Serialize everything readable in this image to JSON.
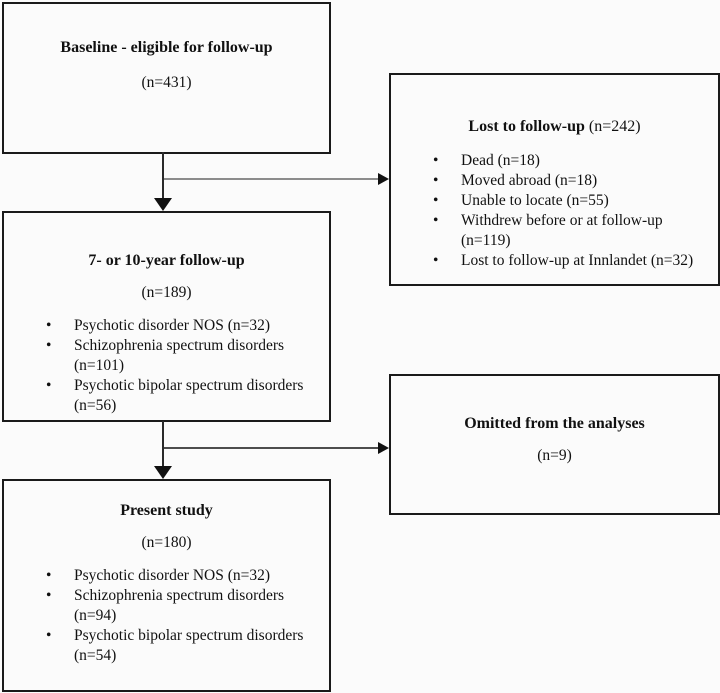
{
  "colors": {
    "background": "#fbfbfb",
    "box_border": "#1a1a1a",
    "connector_gray": "#8c8c8c",
    "connector_dark": "#4d4d4d",
    "text": "#111111"
  },
  "boxes": {
    "baseline": {
      "title": "Baseline - eligible for follow-up",
      "count": "(n=431)"
    },
    "lost": {
      "title": "Lost to follow-up",
      "count": "(n=242)",
      "items": [
        "Dead (n=18)",
        "Moved abroad (n=18)",
        "Unable to locate (n=55)",
        "Withdrew before or at follow-up (n=119)",
        "Lost to follow-up at Innlandet (n=32)"
      ]
    },
    "followup": {
      "title": "7- or 10-year follow-up",
      "count": "(n=189)",
      "items": [
        "Psychotic disorder NOS (n=32)",
        "Schizophrenia spectrum disorders (n=101)",
        "Psychotic bipolar spectrum disorders (n=56)"
      ]
    },
    "omitted": {
      "title": "Omitted from the analyses",
      "count": "(n=9)"
    },
    "present": {
      "title": "Present study",
      "count": "(n=180)",
      "items": [
        "Psychotic disorder NOS (n=32)",
        "Schizophrenia spectrum disorders (n=94)",
        "Psychotic bipolar spectrum disorders (n=54)"
      ]
    }
  }
}
